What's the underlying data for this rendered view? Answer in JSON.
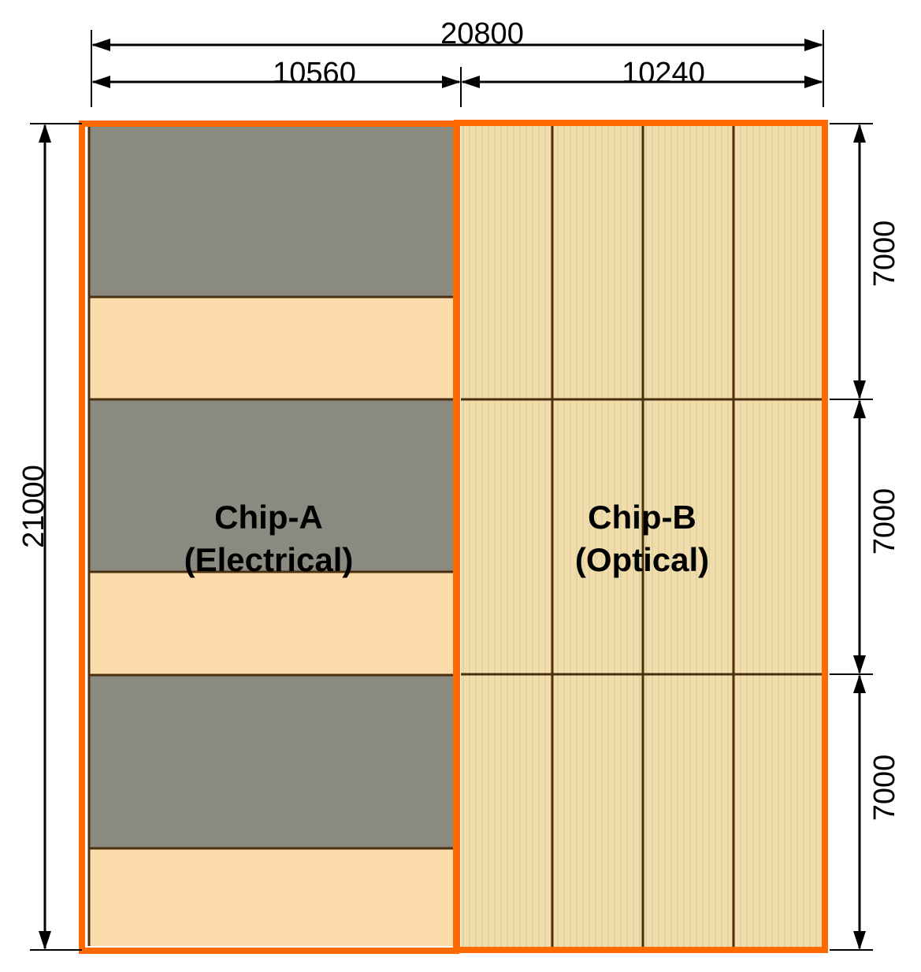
{
  "dimensions": {
    "total_width": "20800",
    "chip_a_width": "10560",
    "chip_b_width": "10240",
    "total_height": "21000",
    "row_height_1": "7000",
    "row_height_2": "7000",
    "row_height_3": "7000"
  },
  "chips": {
    "a": {
      "name": "Chip-A",
      "type": "(Electrical)"
    },
    "b": {
      "name": "Chip-B",
      "type": "(Optical)"
    }
  },
  "colors": {
    "outline": "#ff6a00",
    "electrical_block": "#8a8a80",
    "peach": "#fcdcaa",
    "optical_base": "#f9d9a6",
    "optical_stripe": "#c9ddb0",
    "grid_line": "#4a3010",
    "dimension_line": "#000000"
  }
}
